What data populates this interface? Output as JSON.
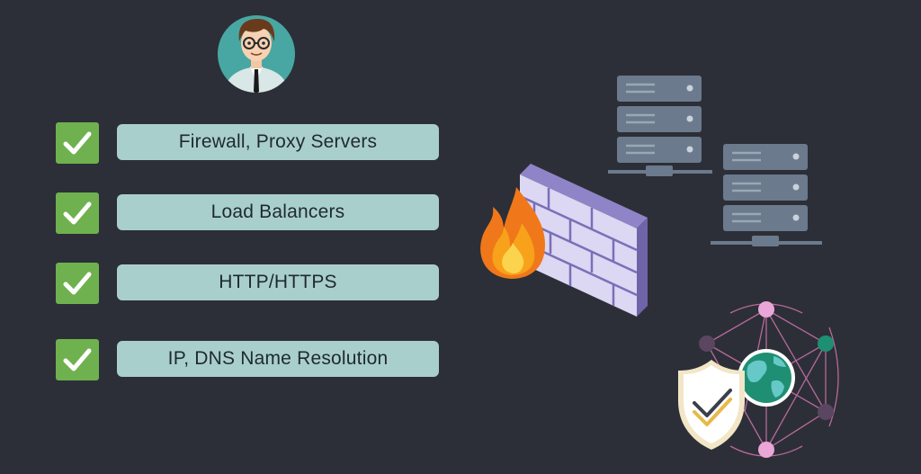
{
  "checklist": [
    {
      "label": "Firewall, Proxy Servers",
      "checked": true
    },
    {
      "label": "Load Balancers",
      "checked": true
    },
    {
      "label": "HTTP/HTTPS",
      "checked": true
    },
    {
      "label": "IP, DNS Name Resolution",
      "checked": true
    }
  ],
  "colors": {
    "background": "#2c2f37",
    "check": "#6fb14f",
    "label_bg": "#a9cfcc",
    "server": "#6b7a8c",
    "wall": "#cfc9ec",
    "accent_pink": "#e9a6d6",
    "accent_teal": "#1f8f73"
  },
  "icons": [
    "user-avatar",
    "checkmark-icon",
    "server-rack-icon",
    "firewall-wall-icon",
    "fire-icon",
    "security-shield-icon",
    "globe-network-icon"
  ]
}
